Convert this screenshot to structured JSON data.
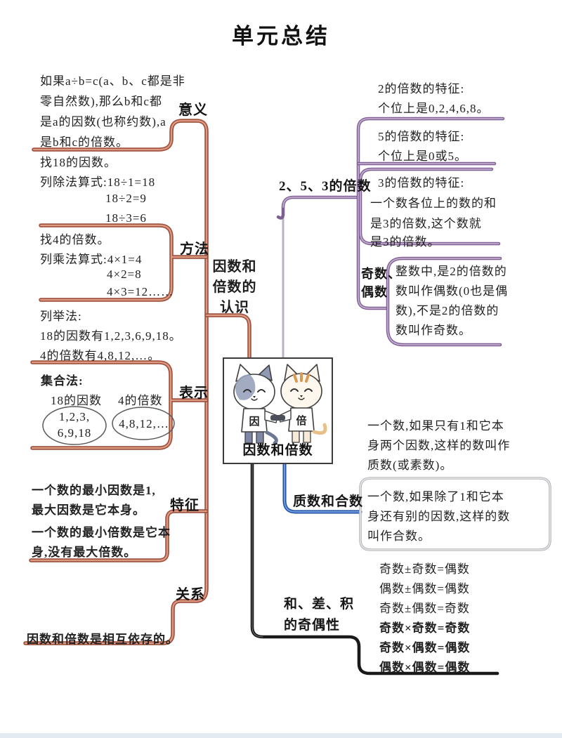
{
  "title": "单元总结",
  "colors": {
    "salmon": "#9e4f3b",
    "salmon_light": "#dc9a82",
    "purple": "#7d5f91",
    "purple_light": "#c3abd0",
    "blue": "#1d4fa5",
    "blue_light": "#6f9bdd",
    "black": "#1a1a1a",
    "gray": "#b6b7bb"
  },
  "center": {
    "node": {
      "line1": "因数和",
      "line2": "倍数的",
      "line3": "认识"
    },
    "image": {
      "left_shirt": "因",
      "right_shirt": "倍",
      "caption": "因数和倍数"
    }
  },
  "left": {
    "meaning": {
      "label": "意义",
      "line1": "如果a÷b=c(a、b、c都是非",
      "line2": "零自然数),那么b和c都",
      "line3": "是a的因数(也称约数),a",
      "line4": "是b和c的倍数。"
    },
    "method": {
      "label": "方法",
      "factors": {
        "line1": "找18的因数。",
        "line2": "列除法算式:18÷1=18",
        "line3": "18÷2=9",
        "line4": "18÷3=6"
      },
      "multiples": {
        "line1": "找4的倍数。",
        "line2": "列乘法算式:4×1=4",
        "line3": "4×2=8",
        "line4": "4×3=12……"
      },
      "enumerate": {
        "line1": "列举法:",
        "line2": "18的因数有1,2,3,6,9,18。",
        "line3": "4的倍数有4,8,12,…。"
      }
    },
    "represent": {
      "label": "表示",
      "heading": "集合法:",
      "set1_title": "18的因数",
      "set1_line1": "1,2,3,",
      "set1_line2": "6,9,18",
      "set2_title": "4的倍数",
      "set2_value": "4,8,12,…"
    },
    "feature": {
      "label": "特征",
      "line1": "一个数的最小因数是1,",
      "line2": "最大因数是它本身。",
      "line3": "一个数的最小倍数是它本",
      "line4": "身,没有最大倍数。"
    },
    "relation": {
      "label": "关系",
      "text": "因数和倍数是相互依存的。"
    }
  },
  "right": {
    "m253": {
      "label": "2、5、3的倍数",
      "m2_line1": "2的倍数的特征:",
      "m2_line2": "个位上是0,2,4,6,8。",
      "m5_line1": "5的倍数的特征:",
      "m5_line2": "个位上是0或5。",
      "m3_line1": "3的倍数的特征:",
      "m3_line2": "一个数各位上的数的和",
      "m3_line3": "是3的倍数,这个数就",
      "m3_line4": "是3的倍数。"
    },
    "oddeven": {
      "label_line1": "奇数、",
      "label_line2": "偶数",
      "line1": "整数中,是2的倍数的",
      "line2": "数叫作偶数(0也是偶",
      "line3": "数),不是2的倍数的",
      "line4": "数叫作奇数。"
    },
    "prime": {
      "label": "质数和合数",
      "p_line1": "一个数,如果只有1和它本",
      "p_line2": "身两个因数,这样的数叫作",
      "p_line3": "质数(或素数)。",
      "c_line1": "一个数,如果除了1和它本",
      "c_line2": "身还有别的因数,这样的数",
      "c_line3": "叫作合数。"
    },
    "parity": {
      "label_line1": "和、差、积",
      "label_line2": "的奇偶性",
      "eq1": "奇数±奇数=偶数",
      "eq2": "偶数±偶数=偶数",
      "eq3": "奇数±偶数=奇数",
      "eq4": "奇数×奇数=奇数",
      "eq5": "奇数×偶数=偶数",
      "eq6": "偶数×偶数=偶数"
    }
  }
}
